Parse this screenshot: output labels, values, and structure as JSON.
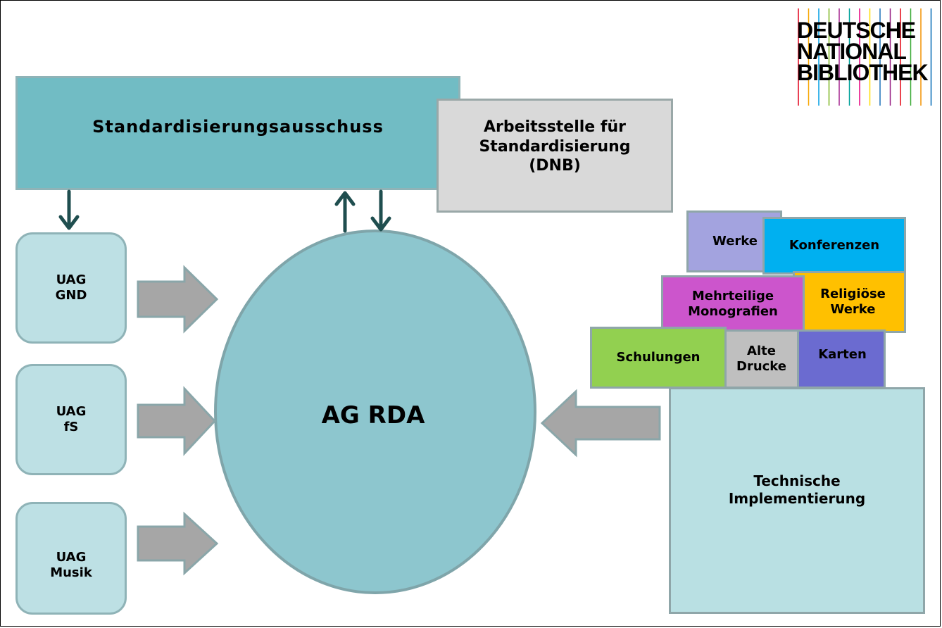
{
  "logo": {
    "text": "DEUTSCHE\nNATIONAL\nBIBLIOTHEK",
    "bar_colors": [
      "#e2001a",
      "#f7a600",
      "#009ee3",
      "#7ab51d",
      "#a3238e",
      "#00a19a",
      "#e6007e",
      "#ffdd00",
      "#1d71b8",
      "#951b81",
      "#e30613",
      "#3aaa35",
      "#f39200",
      "#0069b4"
    ]
  },
  "top": {
    "committee": "Standardisierungsausschuss",
    "office": "Arbeitsstelle für\nStandardisierung\n(DNB)"
  },
  "center": {
    "label": "AG RDA"
  },
  "uags": [
    {
      "label": "UAG\nGND"
    },
    {
      "label": "UAG\nfS"
    },
    {
      "label": "UAG\nMusik"
    }
  ],
  "tiles": {
    "werke": "Werke",
    "konferenzen": "Konferenzen",
    "mehrteilige": "Mehrteilige\nMonografien",
    "religioese": "Religiöse\nWerke",
    "schulungen": "Schulungen",
    "alte_drucke": "Alte\nDrucke",
    "karten": "Karten"
  },
  "implementation": {
    "label": "Technische\nImplementierung"
  },
  "colors": {
    "committee": "#71bcc4",
    "office": "#d9d9d9",
    "circle": "#8dc6ce",
    "uag": "#bde0e4",
    "werke": "#a3a3df",
    "konferenzen": "#00b0f0",
    "mehrteilige": "#cc55cc",
    "religioese": "#ffc000",
    "schulungen": "#92d050",
    "alte_drucke": "#bfbfbf",
    "karten": "#6b6bd0",
    "implementation": "#b9e0e3",
    "block_arrow": "#a6a6a6",
    "line_arrow": "#1f4e4f"
  }
}
